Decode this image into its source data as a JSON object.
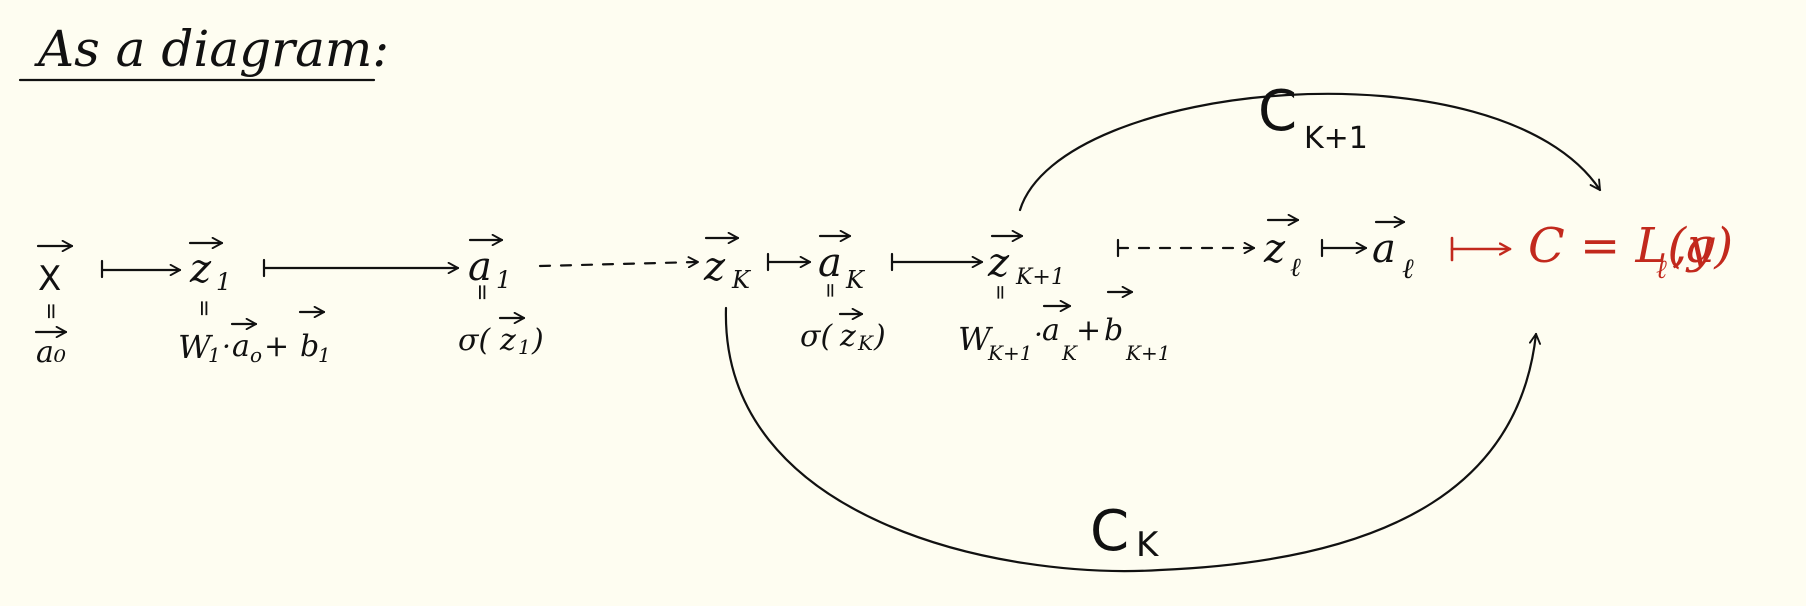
{
  "title": "As a diagram:",
  "colors": {
    "background": "#fefdf1",
    "ink": "#111111",
    "accent": "#c2291d"
  },
  "nodes": {
    "x": {
      "main": "X",
      "equals": "=",
      "expr": "a₀"
    },
    "z1": {
      "main": "z",
      "sub": "1",
      "equals": "=",
      "expr_w": "W",
      "expr_w_sub": "1",
      "expr_dot": "·",
      "expr_a": "a",
      "expr_a_sub": "o",
      "expr_plus": "+",
      "expr_b": "b",
      "expr_b_sub": "1"
    },
    "a1": {
      "main": "a",
      "sub": "1",
      "equals": "=",
      "expr_sigma": "σ(",
      "expr_z": "z",
      "expr_z_sub": "1",
      "expr_close": ")"
    },
    "zk": {
      "main": "z",
      "sub": "K"
    },
    "ak": {
      "main": "a",
      "sub": "K",
      "equals": "=",
      "expr_sigma": "σ(",
      "expr_z": "z",
      "expr_z_sub": "K",
      "expr_close": ")"
    },
    "zk1": {
      "main": "z",
      "sub": "K+1",
      "equals": "=",
      "expr_w": "W",
      "expr_w_sub": "K+1",
      "expr_dot": "·",
      "expr_a": "a",
      "expr_a_sub": "K",
      "expr_plus": "+",
      "expr_b": "b",
      "expr_b_sub": "K+1"
    },
    "zl": {
      "main": "z",
      "sub": "ℓ"
    },
    "al": {
      "main": "a",
      "sub": "ℓ"
    },
    "cost": {
      "lhs": "C = L(a",
      "sub": "ℓ",
      "rhs": ",y)"
    }
  },
  "arc_labels": {
    "upper": {
      "main": "C",
      "sub": "K+1"
    },
    "lower": {
      "main": "C",
      "sub": "K"
    }
  }
}
